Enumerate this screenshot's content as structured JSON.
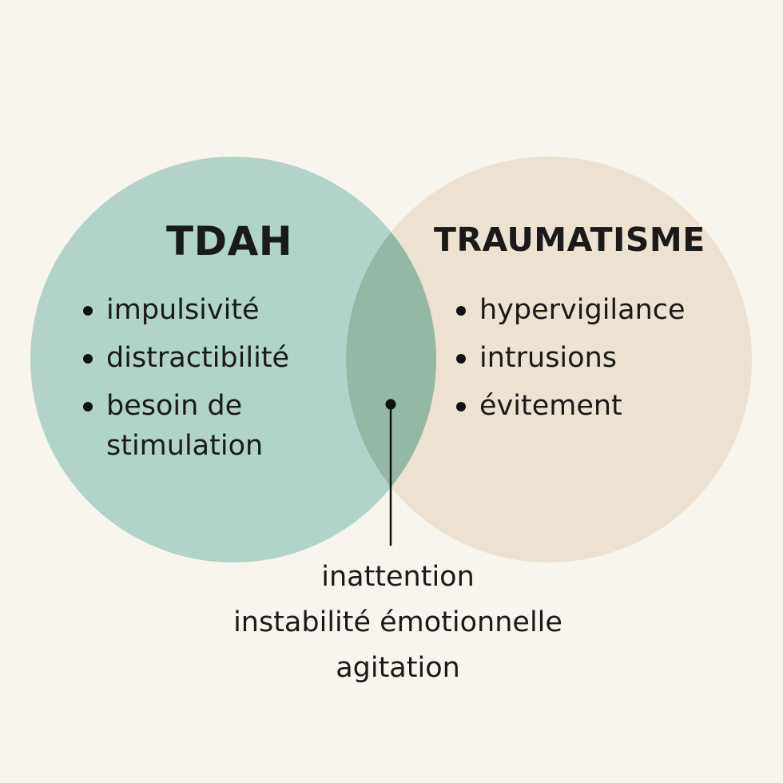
{
  "colors": {
    "background": "#f8f5ee",
    "left_circle": "#b2d3ca",
    "right_circle": "#ede2d2",
    "overlap": "#94b8a5",
    "text": "#1a1a1a"
  },
  "left": {
    "title": "TDAH",
    "items": [
      {
        "label": "impulsivité"
      },
      {
        "label": "distractibilité"
      },
      {
        "label": "besoin de stimulation"
      }
    ]
  },
  "right": {
    "title": "TRAUMATISME",
    "items": [
      {
        "label": "hypervigilance"
      },
      {
        "label": "intrusions"
      },
      {
        "label": "évitement"
      }
    ]
  },
  "shared": {
    "items": [
      {
        "label": "inattention"
      },
      {
        "label": "instabilité émotionnelle"
      },
      {
        "label": "agitation"
      }
    ]
  }
}
